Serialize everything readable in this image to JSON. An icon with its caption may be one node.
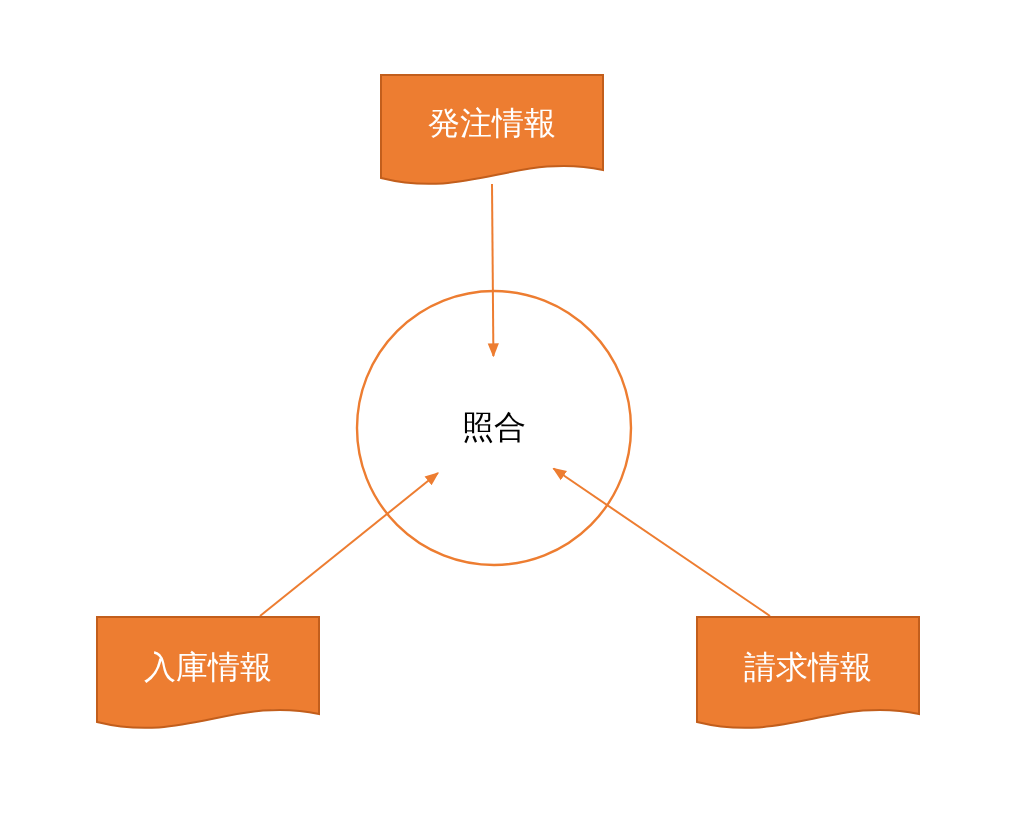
{
  "diagram": {
    "nodes": [
      {
        "text": [
          "発注情報"
        ]
      },
      {
        "text": [
          "照合"
        ]
      },
      {
        "text": [
          "入庫情報"
        ]
      },
      {
        "text": [
          "請求情報"
        ]
      }
    ],
    "edges": [
      {
        "from": 0,
        "to": 1,
        "arrow": "to"
      },
      {
        "from": 2,
        "to": 1,
        "arrow": "to"
      },
      {
        "from": 3,
        "to": 1,
        "arrow": "to"
      }
    ]
  }
}
